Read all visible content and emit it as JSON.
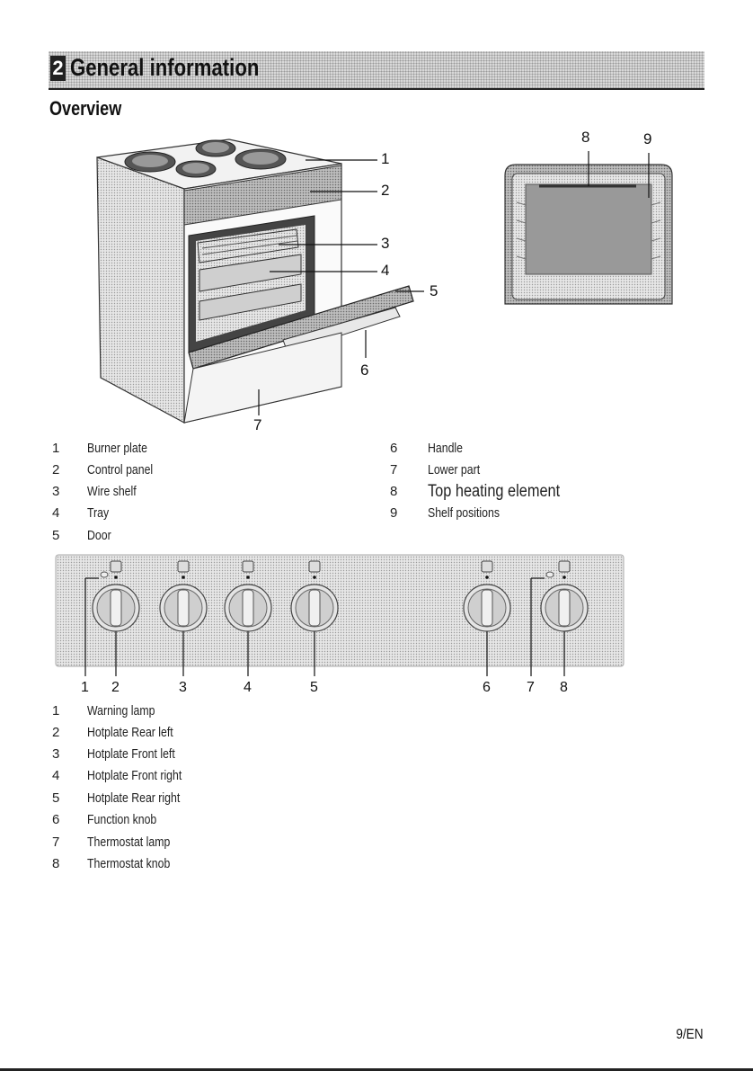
{
  "header": {
    "section_number": "2",
    "section_title": "General information"
  },
  "overview": {
    "title": "Overview"
  },
  "cooker_callouts": [
    "1",
    "2",
    "3",
    "4",
    "5",
    "6",
    "7"
  ],
  "oven_callouts": [
    "8",
    "9"
  ],
  "cooker_legend": {
    "left": [
      {
        "num": "1",
        "label": "Burner plate"
      },
      {
        "num": "2",
        "label": "Control panel"
      },
      {
        "num": "3",
        "label": "Wire shelf"
      },
      {
        "num": "4",
        "label": "Tray"
      },
      {
        "num": "5",
        "label": "Door"
      }
    ],
    "right": [
      {
        "num": "6",
        "label": "Handle"
      },
      {
        "num": "7",
        "label": "Lower part"
      },
      {
        "num": "8",
        "label": "Top heating element"
      },
      {
        "num": "9",
        "label": "Shelf positions"
      }
    ]
  },
  "control_callouts": [
    "1",
    "2",
    "3",
    "4",
    "5",
    "6",
    "7",
    "8"
  ],
  "control_legend": [
    {
      "num": "1",
      "label": "Warning lamp"
    },
    {
      "num": "2",
      "label": "Hotplate Rear left"
    },
    {
      "num": "3",
      "label": "Hotplate Front left"
    },
    {
      "num": "4",
      "label": "Hotplate Front right"
    },
    {
      "num": "5",
      "label": "Hotplate Rear right"
    },
    {
      "num": "6",
      "label": "Function knob"
    },
    {
      "num": "7",
      "label": "Thermostat lamp"
    },
    {
      "num": "8",
      "label": "Thermostat knob"
    }
  ],
  "footer": {
    "page_number": "9/EN"
  },
  "icons": {
    "section_badge": "section-number-badge",
    "knob": "rotary-knob-icon"
  }
}
